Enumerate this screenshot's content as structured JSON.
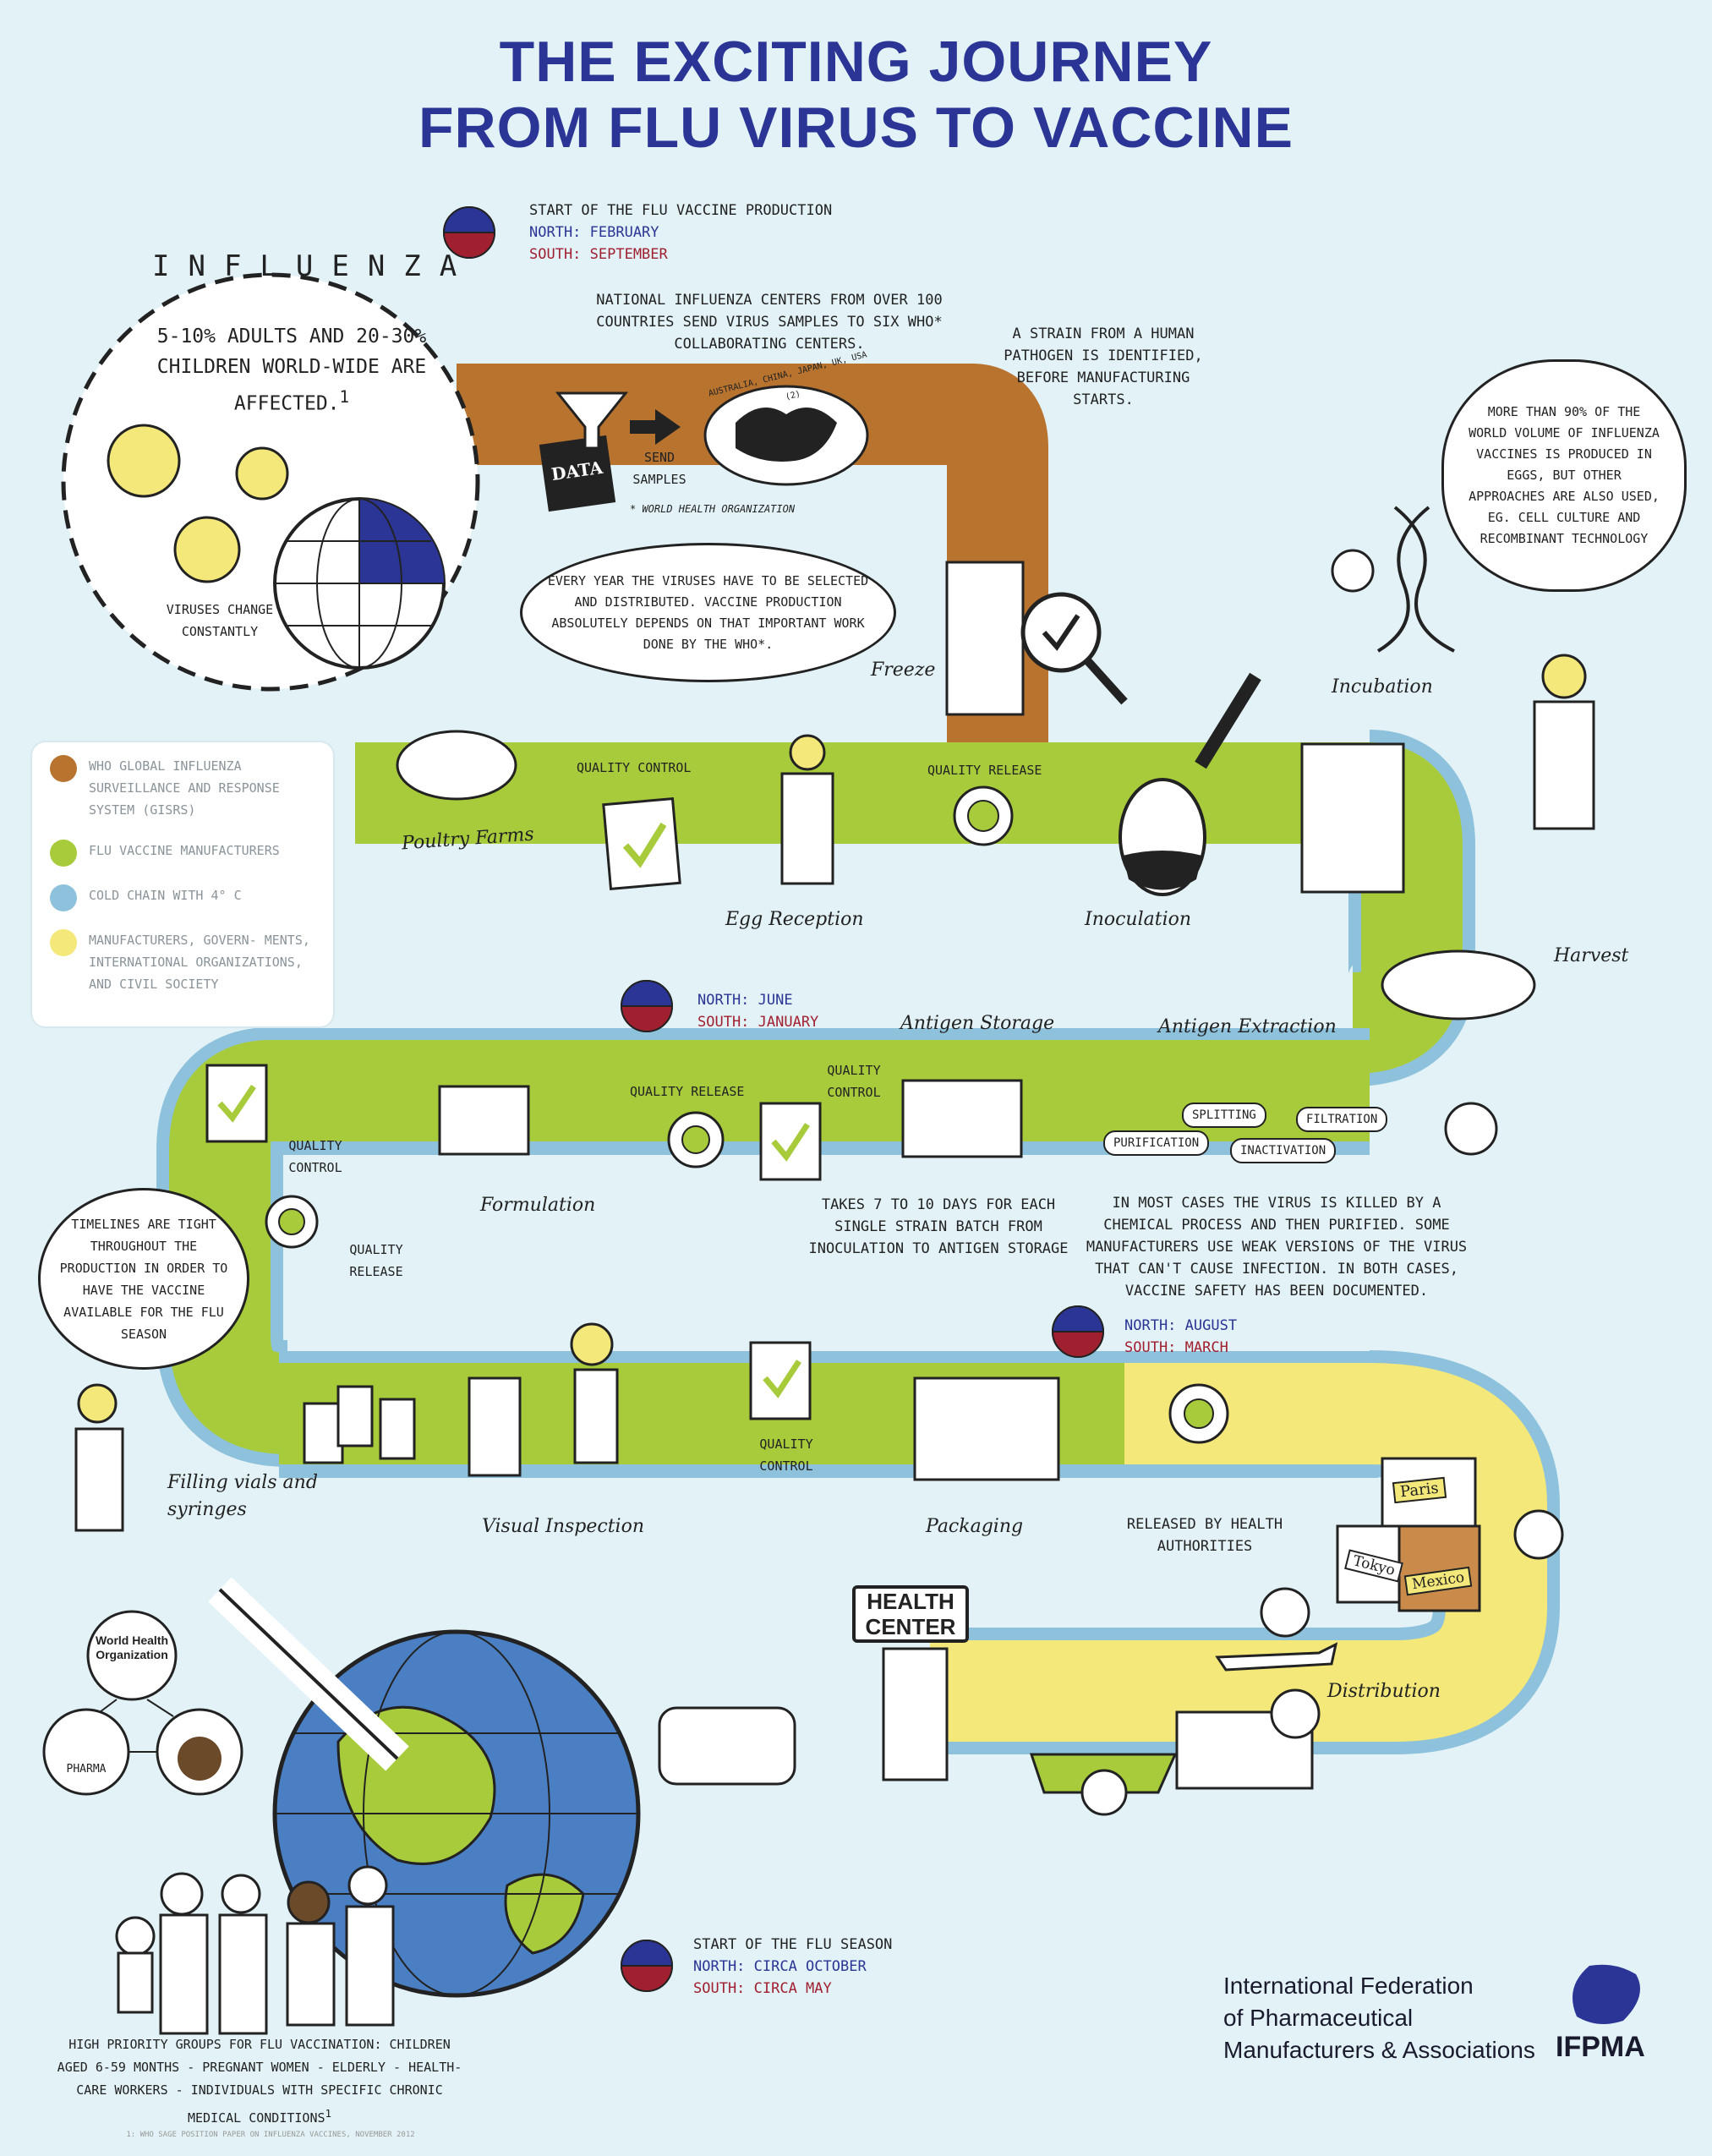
{
  "title": {
    "line1": "THE EXCITING JOURNEY",
    "line2": "FROM FLU VIRUS TO VACCINE"
  },
  "start_production": {
    "label": "START OF THE FLU VACCINE PRODUCTION",
    "north": "NORTH: FEBRUARY",
    "south": "SOUTH: SEPTEMBER"
  },
  "influenza": {
    "arc": "INFLUENZA",
    "stat": "5-10% ADULTS AND 20-30% CHILDREN WORLD-WIDE ARE AFFECTED.",
    "stat_note": "1",
    "viruses_change": "VIRUSES CHANGE CONSTANTLY"
  },
  "national_centers": "NATIONAL INFLUENZA CENTERS FROM OVER 100 COUNTRIES SEND VIRUS SAMPLES TO SIX WHO* COLLABORATING CENTERS.",
  "data_book": "DATA",
  "send_samples": "SEND SAMPLES",
  "map_label": "AUSTRALIA, CHINA, JAPAN, UK, USA (2)",
  "who_footnote": "* WORLD HEALTH ORGANIZATION",
  "strain_identified": "A STRAIN FROM A HUMAN PATHOGEN IS IDENTIFIED, BEFORE MANUFACTURING STARTS.",
  "eggs_bubble": "MORE THAN 90% OF THE WORLD VOLUME OF INFLUENZA VACCINES IS PRODUCED IN EGGS, BUT OTHER APPROACHES ARE ALSO USED, EG. CELL CULTURE AND RECOMBINANT TECHNOLOGY",
  "who_bubble": "EVERY YEAR THE VIRUSES HAVE TO BE SELECTED AND DISTRIBUTED. VACCINE PRODUCTION ABSOLUTELY DEPENDS ON THAT IMPORTANT WORK DONE BY THE WHO*.",
  "steps": {
    "freeze": "Freeze",
    "incubation": "Incubation",
    "poultry": "Poultry Farms",
    "qc1": "QUALITY CONTROL",
    "egg_reception": "Egg Reception",
    "qr1": "QUALITY RELEASE",
    "inoculation": "Inoculation",
    "harvest": "Harvest",
    "antigen_storage": "Antigen Storage",
    "antigen_extraction": "Antigen Extraction",
    "purification": "PURIFICATION",
    "splitting": "SPLITTING",
    "filtration": "FILTRATION",
    "inactivation": "INACTIVATION",
    "qc2": "QUALITY CONTROL",
    "qr2": "QUALITY RELEASE",
    "qc3": "QUALITY CONTROL",
    "formulation": "Formulation",
    "qr3": "QUALITY RELEASE",
    "filling": "Filling vials and syringes",
    "visual": "Visual Inspection",
    "qc4": "QUALITY CONTROL",
    "packaging": "Packaging",
    "released": "RELEASED BY HEALTH AUTHORITIES",
    "distribution": "Distribution",
    "health_center": "HEALTH CENTER"
  },
  "june": {
    "north": "NORTH: JUNE",
    "south": "SOUTH: JANUARY"
  },
  "august": {
    "north": "NORTH: AUGUST",
    "south": "SOUTH: MARCH"
  },
  "days_note": "TAKES 7 TO 10 DAYS FOR EACH SINGLE STRAIN BATCH FROM INOCULATION TO ANTIGEN STORAGE",
  "virus_killed": "IN MOST CASES THE VIRUS IS KILLED BY A CHEMICAL PROCESS AND THEN PURIFIED. SOME MANUFACTURERS USE WEAK VERSIONS OF THE VIRUS THAT CAN'T CAUSE INFECTION. IN BOTH CASES, VACCINE SAFETY HAS BEEN DOCUMENTED.",
  "timelines": "TIMELINES ARE TIGHT THROUGHOUT THE PRODUCTION IN ORDER TO HAVE THE VACCINE AVAILABLE FOR THE FLU SEASON",
  "crates": {
    "paris": "Paris",
    "tokyo": "Tokyo",
    "mexico": "Mexico"
  },
  "who_org": "World Health Organization",
  "pharma": "PHARMA",
  "flu_season": {
    "label": "START OF THE FLU SEASON",
    "north": "NORTH: CIRCA OCTOBER",
    "south": "SOUTH: CIRCA MAY"
  },
  "priority_groups": "HIGH PRIORITY GROUPS FOR FLU VACCINATION: CHILDREN AGED 6-59 MONTHS - PREGNANT WOMEN - ELDERLY - HEALTH-CARE WORKERS - INDIVIDUALS WITH SPECIFIC CHRONIC MEDICAL CONDITIONS",
  "priority_note": "1",
  "footnote": "1: WHO SAGE POSITION PAPER ON INFLUENZA VACCINES, NOVEMBER 2012",
  "legend": [
    {
      "label": "WHO GLOBAL INFLUENZA SURVEILLANCE AND RESPONSE SYSTEM (GISRS)",
      "color": "#b8732f"
    },
    {
      "label": "FLU VACCINE MANUFACTURERS",
      "color": "#a8cb3c"
    },
    {
      "label": "COLD CHAIN WITH 4° C",
      "color": "#8ec2dc"
    },
    {
      "label": "MANUFACTURERS, GOVERN- MENTS, INTERNATIONAL ORGANIZATIONS, AND CIVIL SOCIETY",
      "color": "#f3e879"
    }
  ],
  "org": {
    "line1": "International Federation",
    "line2": "of Pharmaceutical",
    "line3": "Manufacturers & Associations",
    "short": "IFPMA"
  },
  "colors": {
    "title": "#2a3595",
    "brown": "#b8732f",
    "green": "#a8cb3c",
    "blue": "#8ec2dc",
    "yellow": "#f3e879",
    "north": "#2a3595",
    "south": "#a02030"
  }
}
